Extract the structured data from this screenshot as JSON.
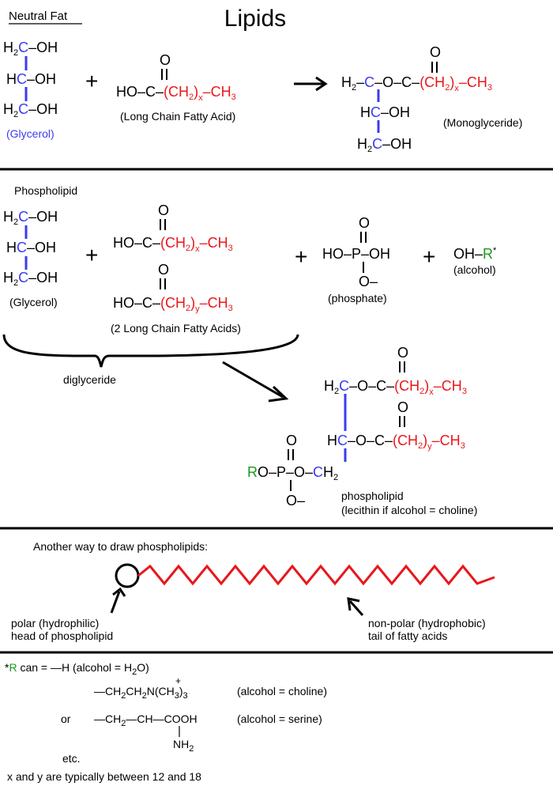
{
  "title": "Lipids",
  "colors": {
    "glycerol": "#3b3bf0",
    "fatty_chain": "#e8171b",
    "r_group": "#1a9a1a",
    "line": "#000000"
  },
  "neutral_fat": {
    "heading": "Neutral Fat",
    "glycerol_caption": "(Glycerol)",
    "fatty_acid_caption": "(Long Chain Fatty Acid)",
    "product_caption": "(Monoglyceride)"
  },
  "phospholipid": {
    "heading": "Phospholipid",
    "glycerol_caption": "(Glycerol)",
    "fatty_acids_caption": "(2 Long Chain Fatty Acids)",
    "phosphate_caption": "(phosphate)",
    "alcohol_caption": "(alcohol)",
    "diglyceride_label": "diglyceride",
    "product_caption_1": "phospholipid",
    "product_caption_2": "(lecithin if alcohol = choline)"
  },
  "alternate": {
    "heading": "Another way to draw phospholipids:",
    "head_label_1": "polar (hydrophilic)",
    "head_label_2": "head of phospholipid",
    "tail_label_1": "non-polar (hydrophobic)",
    "tail_label_2": "tail of fatty acids"
  },
  "notes": {
    "r_note_alcohol": "(alcohol = H",
    "choline_label": "(alcohol = choline)",
    "serine_label": "(alcohol = serine)",
    "or_label": "or",
    "etc_label": "etc.",
    "xy_note": "x and y are typically between 12 and 18"
  }
}
